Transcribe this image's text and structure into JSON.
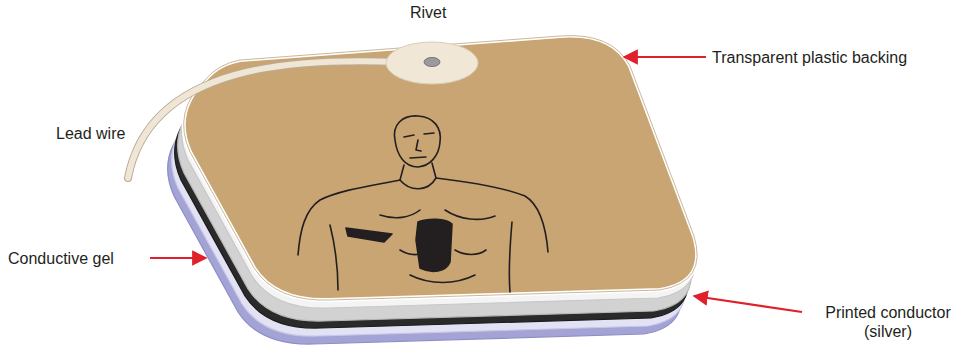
{
  "diagram": {
    "labels": [
      "Rivet",
      "Lead wire",
      "Transparent plastic backing",
      "Conductive gel",
      "Printed conductor (silver)"
    ]
  }
}
